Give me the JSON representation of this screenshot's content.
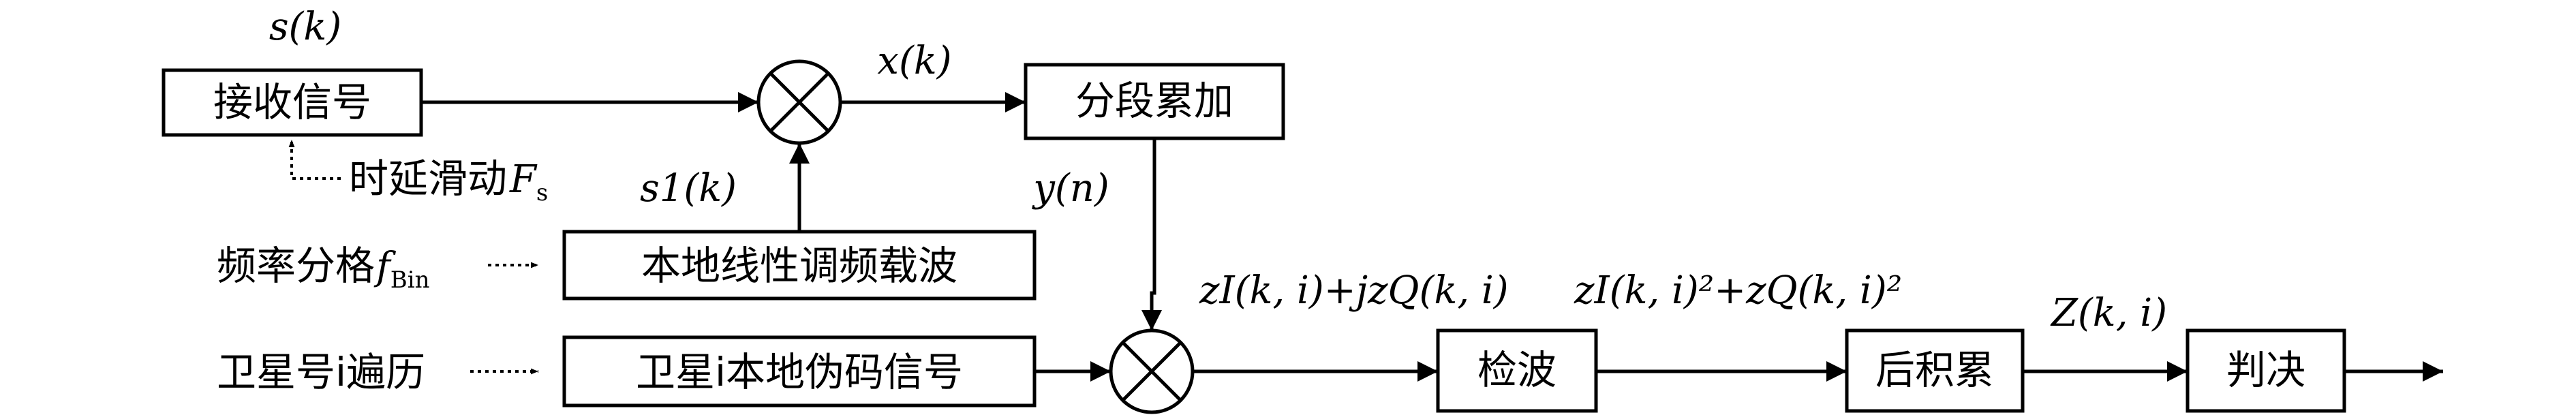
{
  "blocks": {
    "receive": "接收信号",
    "accumulate": "分段累加",
    "local_chirp": "本地线性调频载波",
    "local_prn": "卫星i本地伪码信号",
    "detect": "检波",
    "post_integrate": "后积累",
    "decide": "判决"
  },
  "inputs": {
    "delay_slide": "时延滑动",
    "freq_step": "频率分格",
    "sat_traverse": "卫星号i遍历"
  },
  "signals": {
    "s_k": "s(k)",
    "x_k": "x(k)",
    "y_n": "y(n)",
    "s1_k": "s1(k)",
    "z_ki": "zI(k, i)+jzQ(k, i)",
    "z_sq": "zI(k, i)²+zQ(k, i)²",
    "Z_ki": "Z(k, i)"
  }
}
